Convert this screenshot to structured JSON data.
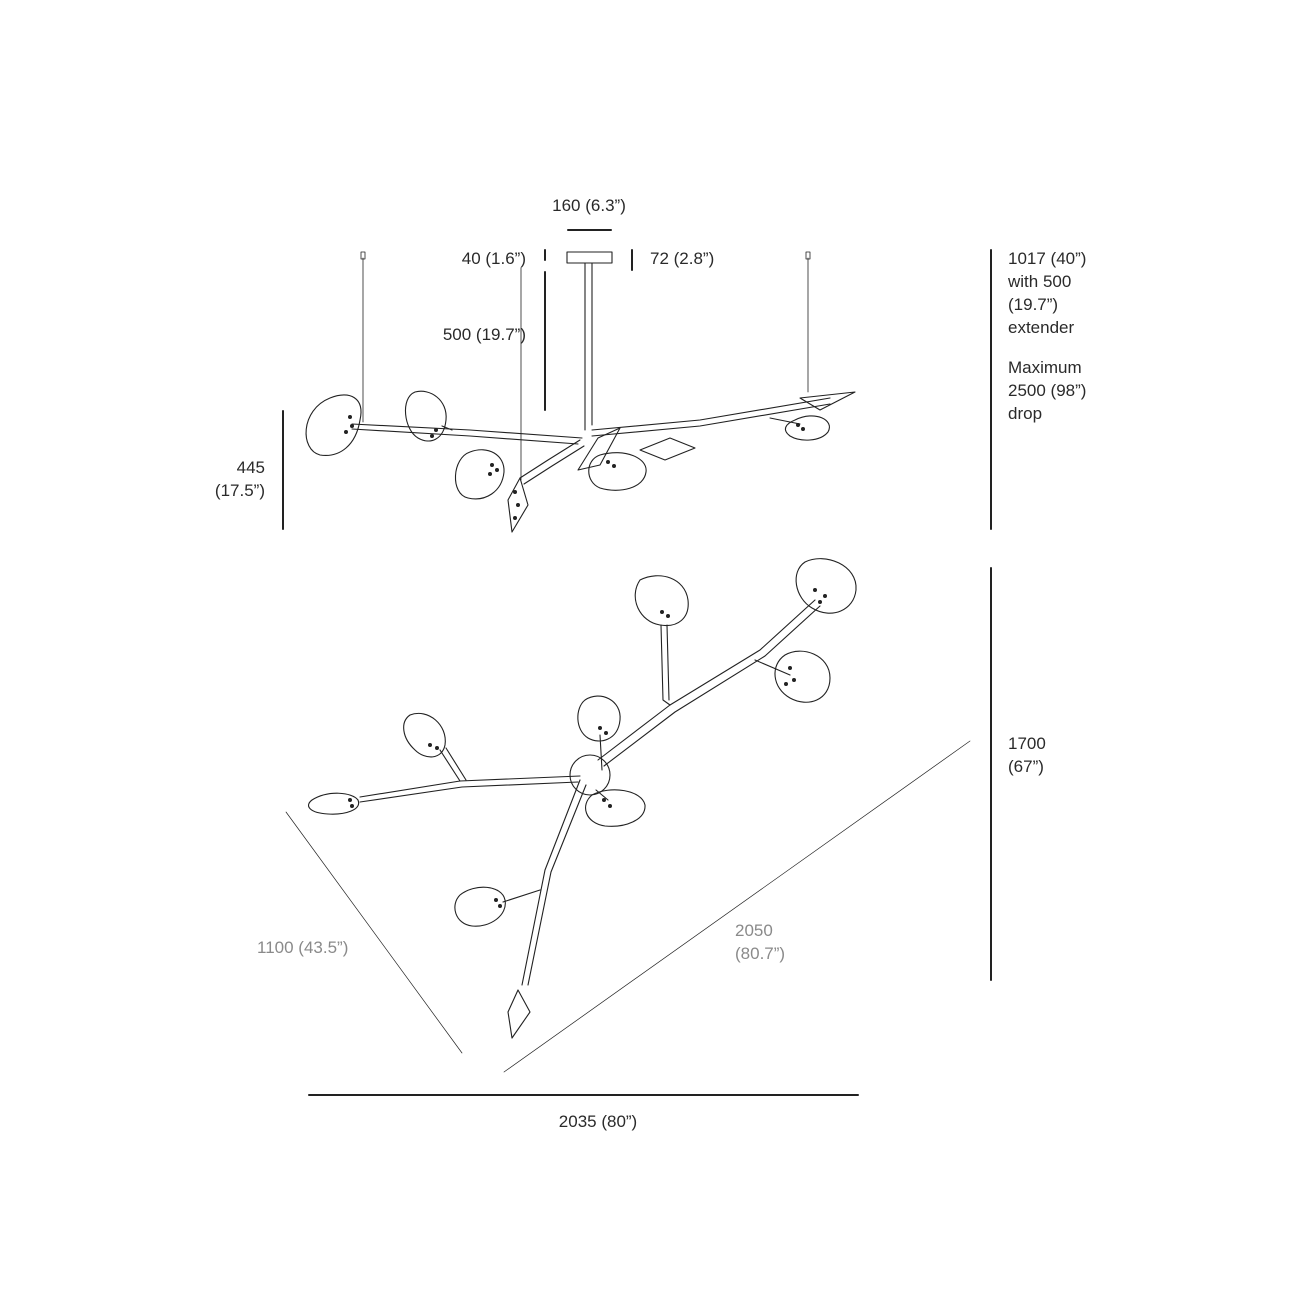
{
  "dimensions": {
    "canopy_width": "160 (6.3”)",
    "canopy_thickness": "40 (1.6”)",
    "canopy_height": "72 (2.8”)",
    "stem_length": "500 (19.7”)",
    "fixture_height": [
      "445",
      "(17.5”)"
    ],
    "overall_drop": [
      "1017 (40”)",
      "with 500",
      "(19.7”)",
      "extender"
    ],
    "maximum_drop": [
      "Maximum",
      "2500 (98”)",
      "drop"
    ],
    "plan_depth": [
      "1700",
      "(67”)"
    ],
    "plan_diagonal_short": "1100 (43.5”)",
    "plan_diagonal_long": [
      "2050",
      "(80.7”)"
    ],
    "overall_width": "2035 (80”)"
  },
  "colors": {
    "line": "#222222",
    "label": "#2a2a2a",
    "label_muted": "#8a8a8a"
  }
}
